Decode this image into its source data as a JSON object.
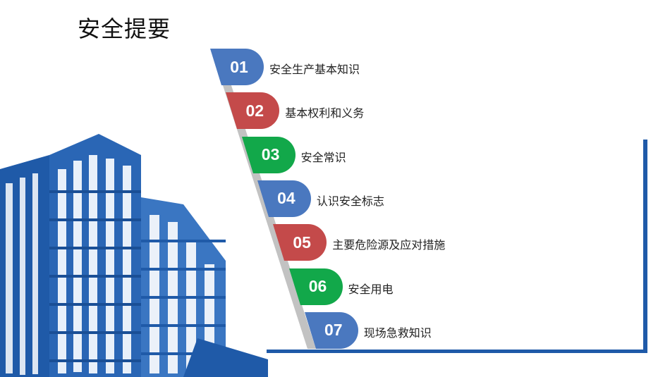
{
  "title": "安全提要",
  "colors": {
    "blue": "#4a78bf",
    "red": "#c44a4a",
    "green": "#12a84a",
    "frame": "#1f5aa8"
  },
  "items": [
    {
      "num": "01",
      "label": "安全生产基本知识",
      "color": "blue"
    },
    {
      "num": "02",
      "label": "基本权利和义务",
      "color": "red"
    },
    {
      "num": "03",
      "label": "安全常识",
      "color": "green"
    },
    {
      "num": "04",
      "label": "认识安全标志",
      "color": "blue"
    },
    {
      "num": "05",
      "label": "主要危险源及应对措施",
      "color": "red"
    },
    {
      "num": "06",
      "label": "安全用电",
      "color": "green"
    },
    {
      "num": "07",
      "label": "现场急救知识",
      "color": "blue"
    }
  ]
}
